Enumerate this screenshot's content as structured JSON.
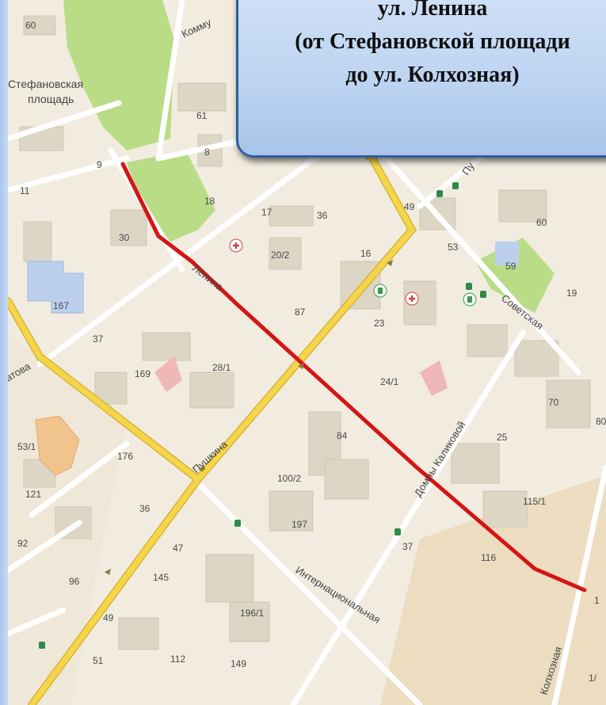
{
  "title": {
    "line1": "ул. Ленина",
    "line2": "(от Стефановской площади",
    "line3": "до ул. Колхозная)"
  },
  "map": {
    "places": [
      {
        "name": "Стефановская",
        "name2": "площадь"
      }
    ],
    "streets": {
      "lenina": "Ленина",
      "pushkina": "Пушкина",
      "sovetskaya": "Советская",
      "internatsionalnaya": "Интернациональная",
      "kolkhoznaya": "Колхозная",
      "domny_kalikovoy": "Домны Каликовой",
      "kommunisticheskaya_partial": "Комму",
      "pushkina_top_partial": "Пу",
      "left_partial": "атова"
    },
    "house_numbers": [
      "60",
      "9",
      "61",
      "8",
      "11",
      "18",
      "30",
      "17",
      "36",
      "49",
      "60",
      "20/2",
      "16",
      "53",
      "59",
      "167",
      "19",
      "37",
      "87",
      "23",
      "169",
      "28/1",
      "24/1",
      "70",
      "80",
      "84",
      "25",
      "53/1",
      "176",
      "100/2",
      "115/1",
      "121",
      "36",
      "197",
      "92",
      "47",
      "37",
      "116",
      "96",
      "145",
      "196/1",
      "1",
      "49",
      "51",
      "112",
      "149",
      "1/"
    ]
  },
  "colors": {
    "route": "#d41515",
    "yellow_road": "#f5d64a",
    "park": "#b9dc86",
    "title_border": "#2f5d9e"
  },
  "icons": [
    "hospital-icon",
    "bus-stop-icon",
    "fuel-icon",
    "direction-arrow-icon"
  ]
}
